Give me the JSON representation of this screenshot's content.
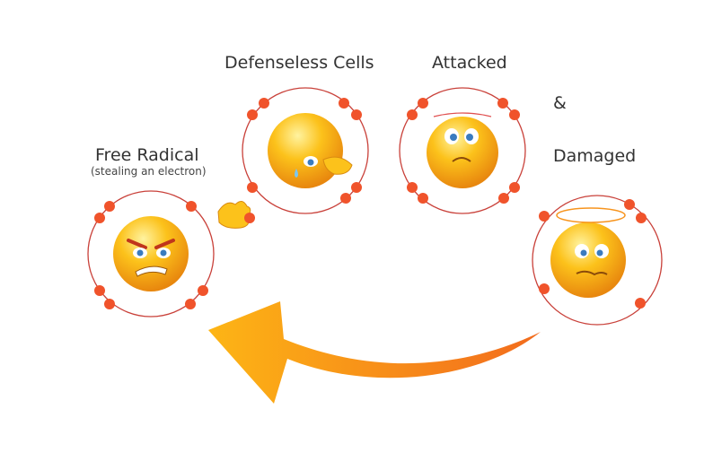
{
  "labels": {
    "free_radical": "Free Radical",
    "free_radical_sub": "(stealing an electron)",
    "defenseless": "Defenseless Cells",
    "attacked": "Attacked",
    "ampersand": "&",
    "damaged": "Damaged"
  },
  "colors": {
    "orbit": "#c9413a",
    "electron": "#f0532b",
    "face": "#f7b21c",
    "arrow": "#f7941d"
  }
}
